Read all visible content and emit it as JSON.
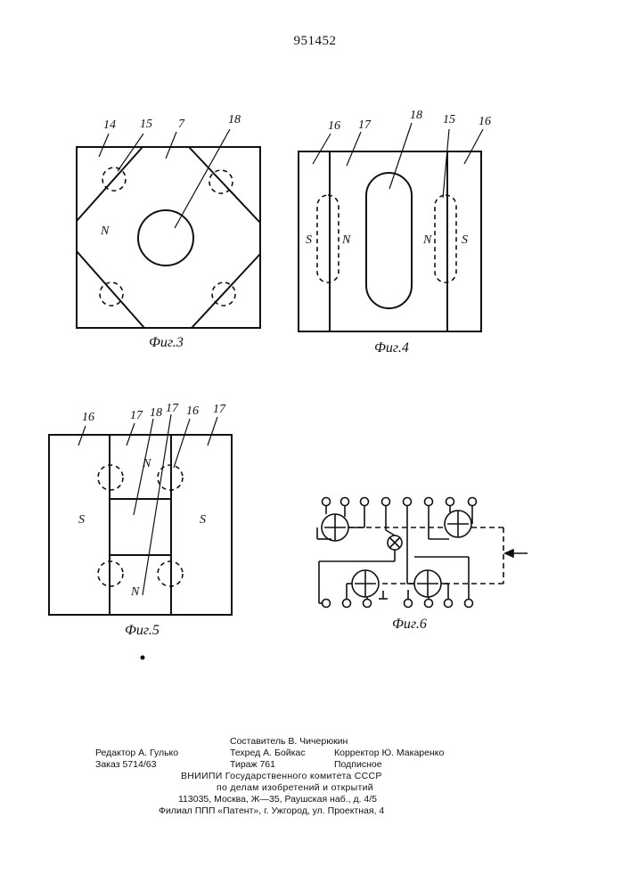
{
  "page_number": "951452",
  "figures": {
    "fig3": {
      "caption": "Фиг.3",
      "labels": {
        "l14": "14",
        "l15": "15",
        "l7": "7",
        "l18": "18",
        "pole": "N"
      }
    },
    "fig4": {
      "caption": "Фиг.4",
      "labels": {
        "l16a": "16",
        "l17": "17",
        "l18": "18",
        "l15": "15",
        "l16b": "16",
        "pole_s_left": "S",
        "pole_n_left": "N",
        "pole_n_right": "N",
        "pole_s_right": "S"
      }
    },
    "fig5": {
      "caption": "Фиг.5",
      "labels": {
        "l16a": "16",
        "l17a": "17",
        "l18": "18",
        "l17b": "17",
        "l16b": "16",
        "l17c": "17",
        "pole_n_top": "N",
        "pole_s_left": "S",
        "pole_s_right": "S",
        "pole_n_bottom": "N"
      }
    },
    "fig6": {
      "caption": "Фиг.6"
    }
  },
  "imprint": {
    "compiler": "Составитель В. Чичерюкин",
    "editor": "Редактор А. Гулько",
    "tech_editor": "Техред А. Бойкас",
    "proofreader": "Корректор Ю. Макаренко",
    "order": "Заказ 5714/63",
    "circulation": "Тираж 761",
    "subscription": "Подписное",
    "org_line1": "ВНИИПИ Государственного комитета СССР",
    "org_line2": "по делам изобретений и открытий",
    "address": "113035, Москва, Ж—35, Раушская наб., д. 4/5",
    "branch": "Филиал ППП «Патент», г. Ужгород, ул. Проектная, 4"
  }
}
